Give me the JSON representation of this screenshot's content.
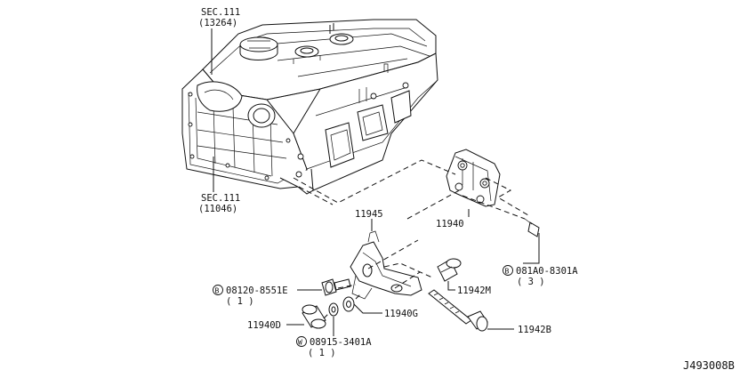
{
  "labels": {
    "sec111_top": "SEC.111",
    "sec111_top_ref": "(13264)",
    "sec111_bottom": "SEC.111",
    "sec111_bottom_ref": "(11046)",
    "p11945": "11945",
    "p11940": "11940",
    "b081a0_letter": "B",
    "b081a0": "081A0-8301A",
    "b081a0_qty": "( 3 )",
    "p11942m": "11942M",
    "b08120_letter": "B",
    "b08120": "08120-8551E",
    "b08120_qty": "( 1 )",
    "p11940g": "11940G",
    "p11940d": "11940D",
    "p11942b": "11942B",
    "w08915_letter": "W",
    "w08915": "08915-3401A",
    "w08915_qty": "( 1 )",
    "diagram_id": "J493008B"
  }
}
